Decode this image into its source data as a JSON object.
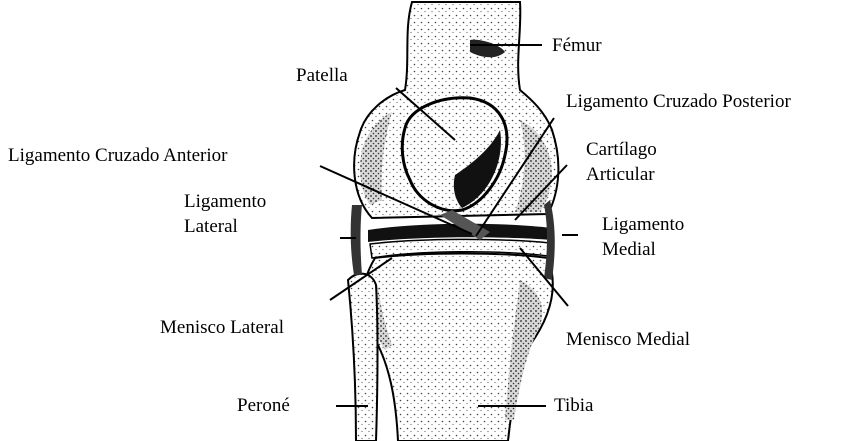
{
  "labels": {
    "femur": "Fémur",
    "patella": "Patella",
    "posterior_cruciate": "Ligamento Cruzado Posterior",
    "anterior_cruciate": "Ligamento Cruzado Anterior",
    "cartilage_line1": "Cartílago",
    "cartilage_line2": "Articular",
    "lateral_ligament_line1": "Ligamento",
    "lateral_ligament_line2": "Lateral",
    "medial_ligament_line1": "Ligamento",
    "medial_ligament_line2": "Medial",
    "lateral_meniscus": "Menisco Lateral",
    "medial_meniscus": "Menisco Medial",
    "fibula": "Peroné",
    "tibia": "Tibia"
  },
  "colors": {
    "ink": "#000000",
    "paper": "#ffffff"
  }
}
